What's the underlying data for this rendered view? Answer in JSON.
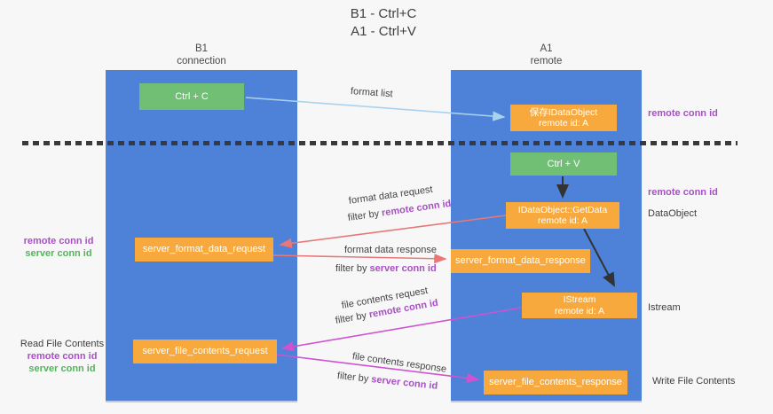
{
  "title": {
    "line1": "B1 - Ctrl+C",
    "line2": "A1 - Ctrl+V"
  },
  "columns": {
    "left": {
      "name": "B1",
      "subtitle": "connection"
    },
    "right": {
      "name": "A1",
      "subtitle": "remote"
    }
  },
  "boxes": {
    "ctrl_c": {
      "label": "Ctrl + C"
    },
    "saved_idataobject": {
      "line1": "保存IDataObject",
      "line2": "remote id: A"
    },
    "ctrl_v": {
      "label": "Ctrl + V"
    },
    "getdata": {
      "line1": "IDataObject::GetData",
      "line2": "remote id: A"
    },
    "format_request": {
      "label": "server_format_data_request"
    },
    "format_response": {
      "label": "server_format_data_response"
    },
    "istream": {
      "line1": "IStream",
      "line2": "remote id: A"
    },
    "file_request": {
      "label": "server_file_contents_request"
    },
    "file_response": {
      "label": "server_file_contents_response"
    }
  },
  "annotations": {
    "right_remote_conn_id_top": "remote conn id",
    "right_remote_conn_id_mid": "remote conn id",
    "right_dataobject": "DataObject",
    "right_istream": "Istream",
    "right_write_file_contents": "Write File Contents",
    "left_remote_conn_id_top": "remote conn id",
    "left_server_conn_id_top": "server conn id",
    "left_read_file_contents": "Read File Contents",
    "left_remote_conn_id_bottom": "remote conn id",
    "left_server_conn_id_bottom": "server conn id"
  },
  "flow_labels": {
    "format_list": "format list",
    "format_data_request": "format data request",
    "format_data_request_filter_prefix": "filter by ",
    "format_data_request_filter_key": "remote conn id",
    "format_data_response": "format data response",
    "format_data_response_filter_prefix": "filter by ",
    "format_data_response_filter_key": "server conn id",
    "file_contents_request": "file contents request",
    "file_contents_request_filter_prefix": "filter by ",
    "file_contents_request_filter_key": "remote conn id",
    "file_contents_response": "file contents response",
    "file_contents_response_filter_prefix": "filter by ",
    "file_contents_response_filter_key": "server conn id"
  },
  "colors": {
    "background": "#f7f7f8",
    "column_blue": "#4d82d8",
    "box_green": "#71bf74",
    "box_orange": "#f8a93d",
    "arrow_blue": "#a9d2ee",
    "arrow_red": "#e87878",
    "arrow_magenta": "#cf52cf",
    "arrow_black": "#333333",
    "text_purple": "#a94fc5",
    "text_green": "#55b35c",
    "text_dark": "#3f3f3f"
  }
}
